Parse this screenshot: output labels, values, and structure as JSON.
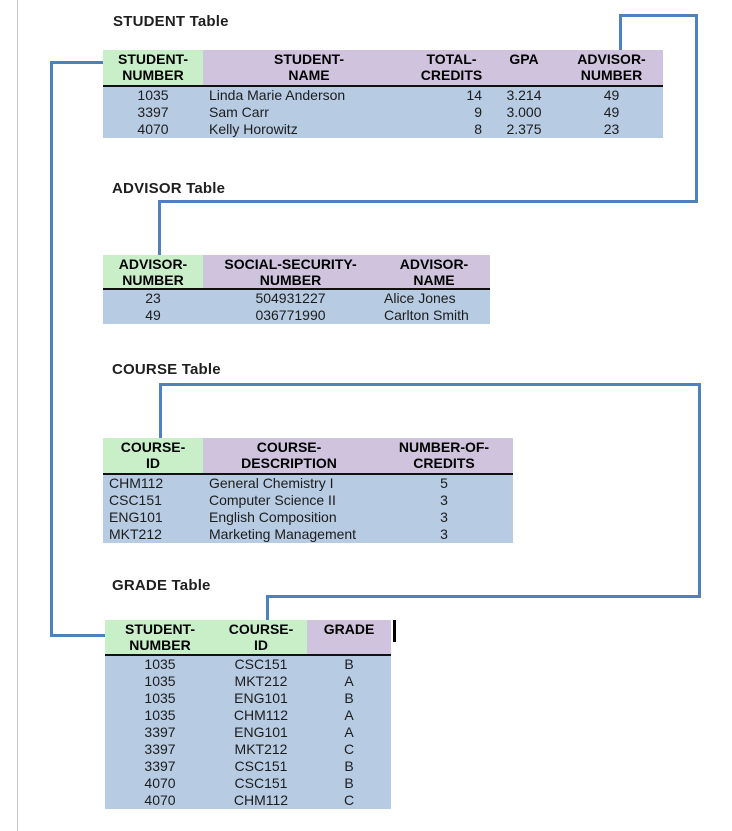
{
  "colors": {
    "key_column": "#c9efc8",
    "attribute_header": "#cfc3dd",
    "data_row": "#b7cbe3",
    "relationship_line": "#4f81bd",
    "header_rule": "#111111",
    "page_border": "#c6c6c6"
  },
  "tables": [
    {
      "id": "student",
      "title": "STUDENT Table",
      "columns": [
        {
          "key": true,
          "label": "STUDENT-NUMBER",
          "lines": [
            "STUDENT-",
            "NUMBER"
          ],
          "align": "center"
        },
        {
          "key": false,
          "label": "STUDENT-NAME",
          "lines": [
            "STUDENT-",
            "NAME"
          ],
          "align": "left"
        },
        {
          "key": false,
          "label": "TOTAL-CREDITS",
          "lines": [
            "TOTAL-",
            "CREDITS"
          ],
          "align": "right"
        },
        {
          "key": false,
          "label": "GPA",
          "lines": [
            "GPA"
          ],
          "align": "center"
        },
        {
          "key": false,
          "label": "ADVISOR-NUMBER",
          "lines": [
            "ADVISOR-",
            "NUMBER"
          ],
          "align": "center"
        }
      ],
      "rows": [
        [
          "1035",
          "Linda Marie Anderson",
          "14",
          "3.214",
          "49"
        ],
        [
          "3397",
          "Sam Carr",
          "9",
          "3.000",
          "49"
        ],
        [
          "4070",
          "Kelly Horowitz",
          "8",
          "2.375",
          "23"
        ]
      ]
    },
    {
      "id": "advisor",
      "title": "ADVISOR Table",
      "columns": [
        {
          "key": true,
          "label": "ADVISOR-NUMBER",
          "lines": [
            "ADVISOR-",
            "NUMBER"
          ],
          "align": "center"
        },
        {
          "key": false,
          "label": "SOCIAL-SECURITY-NUMBER",
          "lines": [
            "SOCIAL-SECURITY-",
            "NUMBER"
          ],
          "align": "center"
        },
        {
          "key": false,
          "label": "ADVISOR-NAME",
          "lines": [
            "ADVISOR-",
            "NAME"
          ],
          "align": "left"
        }
      ],
      "rows": [
        [
          "23",
          "504931227",
          "Alice Jones"
        ],
        [
          "49",
          "036771990",
          "Carlton Smith"
        ]
      ]
    },
    {
      "id": "course",
      "title": "COURSE Table",
      "columns": [
        {
          "key": true,
          "label": "COURSE-ID",
          "lines": [
            "COURSE-",
            "ID"
          ],
          "align": "left"
        },
        {
          "key": false,
          "label": "COURSE-DESCRIPTION",
          "lines": [
            "COURSE-",
            "DESCRIPTION"
          ],
          "align": "left"
        },
        {
          "key": false,
          "label": "NUMBER-OF-CREDITS",
          "lines": [
            "NUMBER-OF-",
            "CREDITS"
          ],
          "align": "center"
        }
      ],
      "rows": [
        [
          "CHM112",
          "General Chemistry I",
          "5"
        ],
        [
          "CSC151",
          "Computer Science II",
          "3"
        ],
        [
          "ENG101",
          "English Composition",
          "3"
        ],
        [
          "MKT212",
          "Marketing Management",
          "3"
        ]
      ]
    },
    {
      "id": "grade",
      "title": "GRADE Table",
      "columns": [
        {
          "key": true,
          "label": "STUDENT-NUMBER",
          "lines": [
            "STUDENT-",
            "NUMBER"
          ],
          "align": "center"
        },
        {
          "key": true,
          "label": "COURSE-ID",
          "lines": [
            "COURSE-",
            "ID"
          ],
          "align": "center"
        },
        {
          "key": false,
          "label": "GRADE",
          "lines": [
            "GRADE"
          ],
          "align": "center"
        }
      ],
      "rows": [
        [
          "1035",
          "CSC151",
          "B"
        ],
        [
          "1035",
          "MKT212",
          "A"
        ],
        [
          "1035",
          "ENG101",
          "B"
        ],
        [
          "1035",
          "CHM112",
          "A"
        ],
        [
          "3397",
          "ENG101",
          "A"
        ],
        [
          "3397",
          "MKT212",
          "C"
        ],
        [
          "3397",
          "CSC151",
          "B"
        ],
        [
          "4070",
          "CSC151",
          "B"
        ],
        [
          "4070",
          "CHM112",
          "C"
        ]
      ]
    }
  ],
  "relationships": [
    {
      "from": "STUDENT.STUDENT-NUMBER",
      "to": "GRADE.STUDENT-NUMBER"
    },
    {
      "from": "STUDENT.ADVISOR-NUMBER",
      "to": "ADVISOR.ADVISOR-NUMBER"
    },
    {
      "from": "COURSE.COURSE-ID",
      "to": "GRADE.COURSE-ID"
    }
  ]
}
